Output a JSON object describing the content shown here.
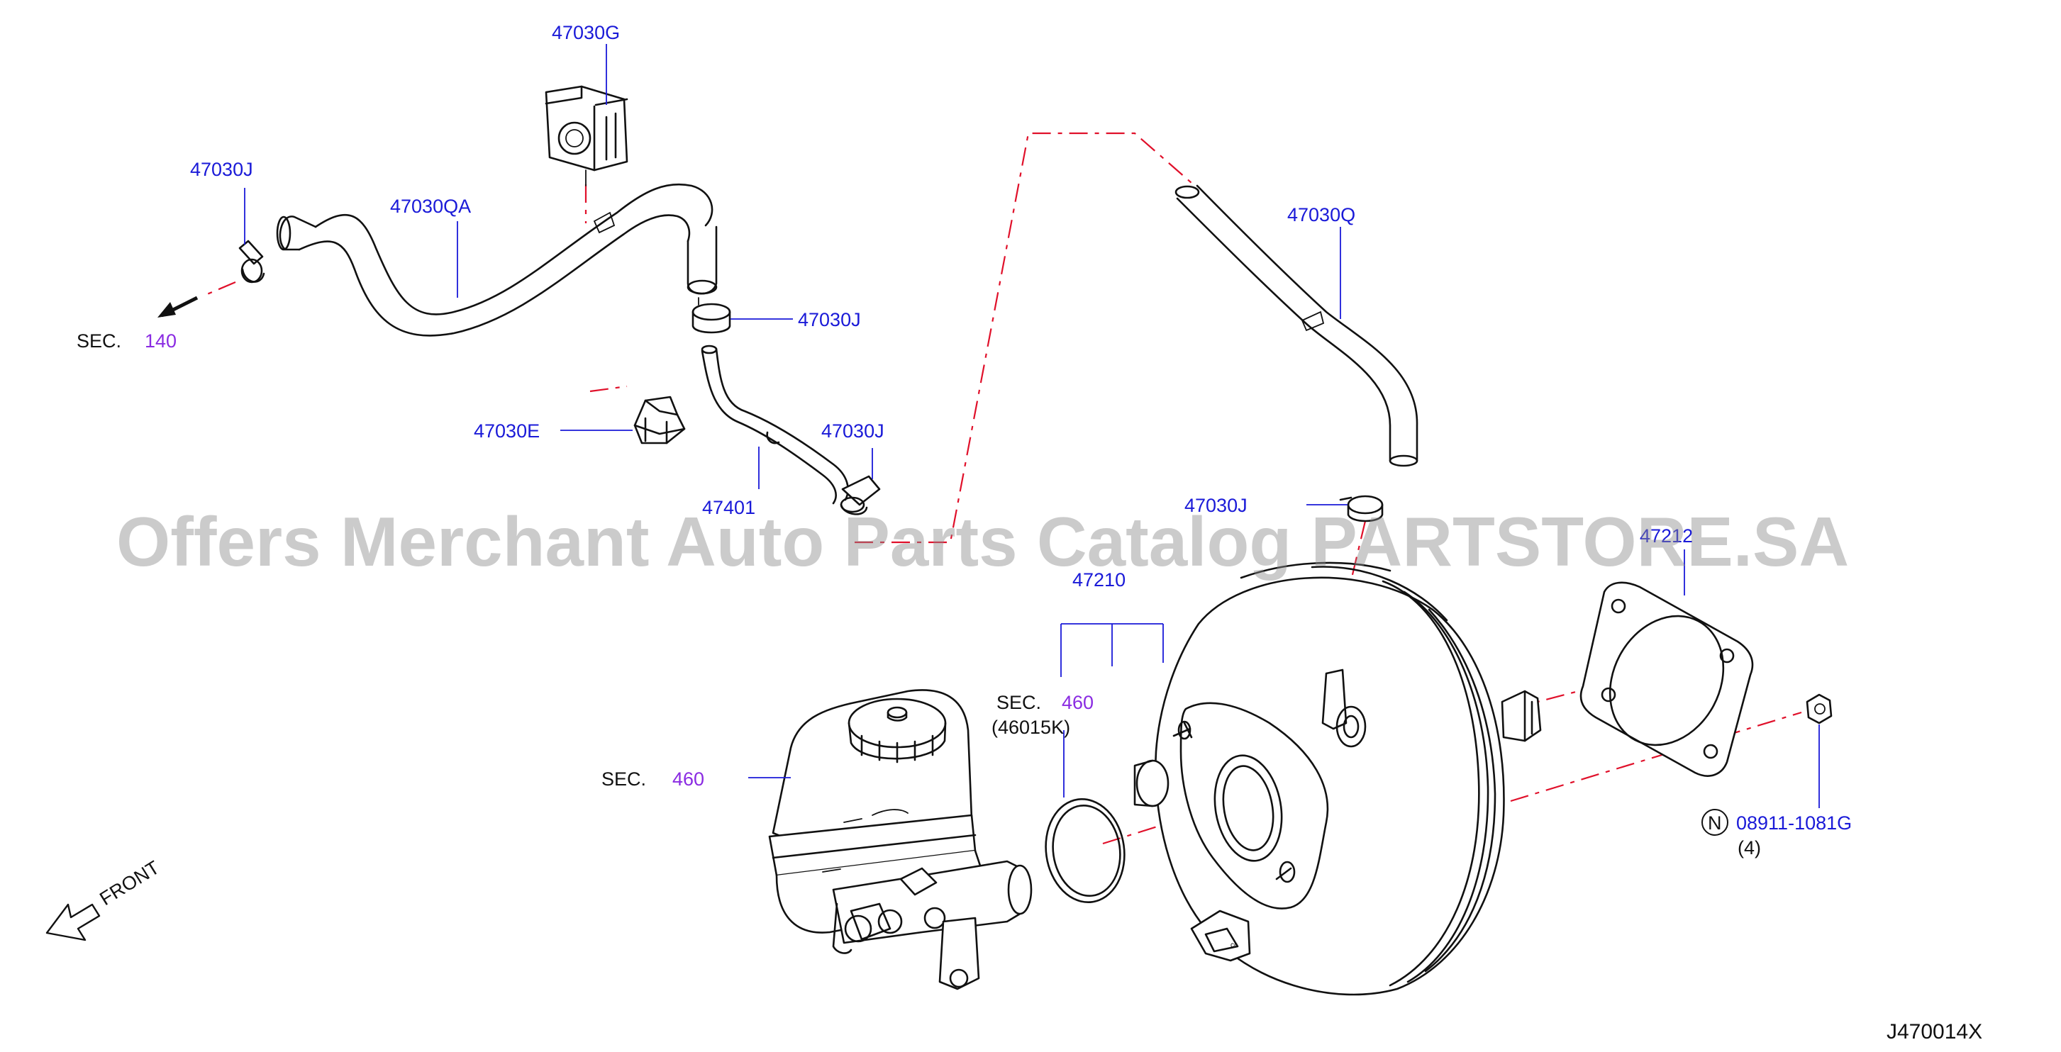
{
  "watermark": "Offers Merchant Auto Parts Catalog PARTSTORE.SA",
  "figure_code": "J470014X",
  "front_label": "FRONT",
  "parts": {
    "p47030G": "47030G",
    "p47030J_a": "47030J",
    "p47030QA": "47030QA",
    "p47030J_b": "47030J",
    "p47030E": "47030E",
    "p47030J_c": "47030J",
    "p47401": "47401",
    "p47030Q": "47030Q",
    "p47030J_d": "47030J",
    "p47212": "47212",
    "p47210": "47210",
    "nut_code": "08911-1081G",
    "nut_qty": "(4)",
    "nut_symbol": "N"
  },
  "sections": {
    "sec140": {
      "prefix": "SEC.",
      "number": "140"
    },
    "sec460_booster": {
      "prefix": "SEC.",
      "number": "460",
      "sub": "(46015K)"
    },
    "sec460_master": {
      "prefix": "SEC.",
      "number": "460"
    }
  },
  "colors": {
    "label_blue": "#1a1ad8",
    "section_purple": "#8a2be2",
    "guide_red": "#e0102a",
    "ink": "#111111"
  }
}
